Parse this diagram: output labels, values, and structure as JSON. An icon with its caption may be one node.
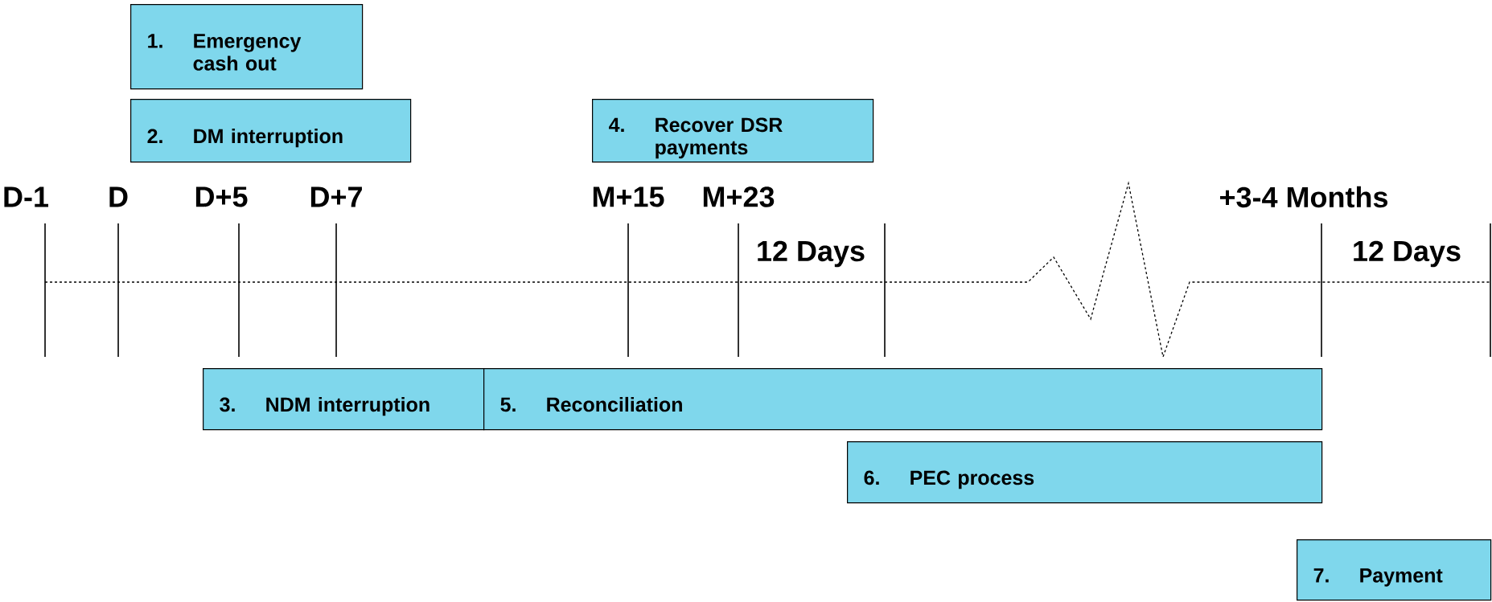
{
  "diagram": {
    "nodes": [
      {
        "text": [
          "1.",
          "Emergency cash out"
        ]
      },
      {
        "text": [
          "2.",
          "DM interruption"
        ]
      },
      {
        "text": [
          "3.",
          "NDM interruption"
        ]
      },
      {
        "text": [
          "4.",
          "Recover DSR payments"
        ]
      },
      {
        "text": [
          "5.",
          "Reconciliation"
        ]
      },
      {
        "text": [
          "6.",
          "PEC process"
        ]
      },
      {
        "text": [
          "7.",
          "Payment"
        ]
      }
    ],
    "labels": [
      "D-1",
      "D",
      "D+5",
      "D+7",
      "M+15",
      "M+23",
      "+3-4 Months",
      "12 Days",
      "12 Days"
    ]
  }
}
